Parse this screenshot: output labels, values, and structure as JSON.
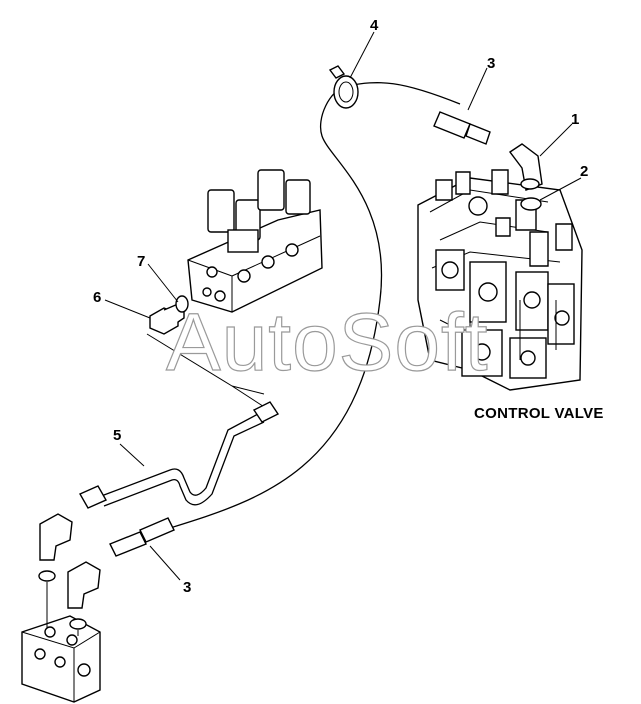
{
  "diagram": {
    "callouts": [
      {
        "id": "1",
        "label": "1"
      },
      {
        "id": "2",
        "label": "2"
      },
      {
        "id": "3a",
        "label": "3"
      },
      {
        "id": "4",
        "label": "4"
      },
      {
        "id": "5",
        "label": "5"
      },
      {
        "id": "6",
        "label": "6"
      },
      {
        "id": "7",
        "label": "7"
      },
      {
        "id": "3b",
        "label": "3"
      }
    ],
    "section_label": "CONTROL VALVE",
    "watermark": "AutoSoft"
  }
}
